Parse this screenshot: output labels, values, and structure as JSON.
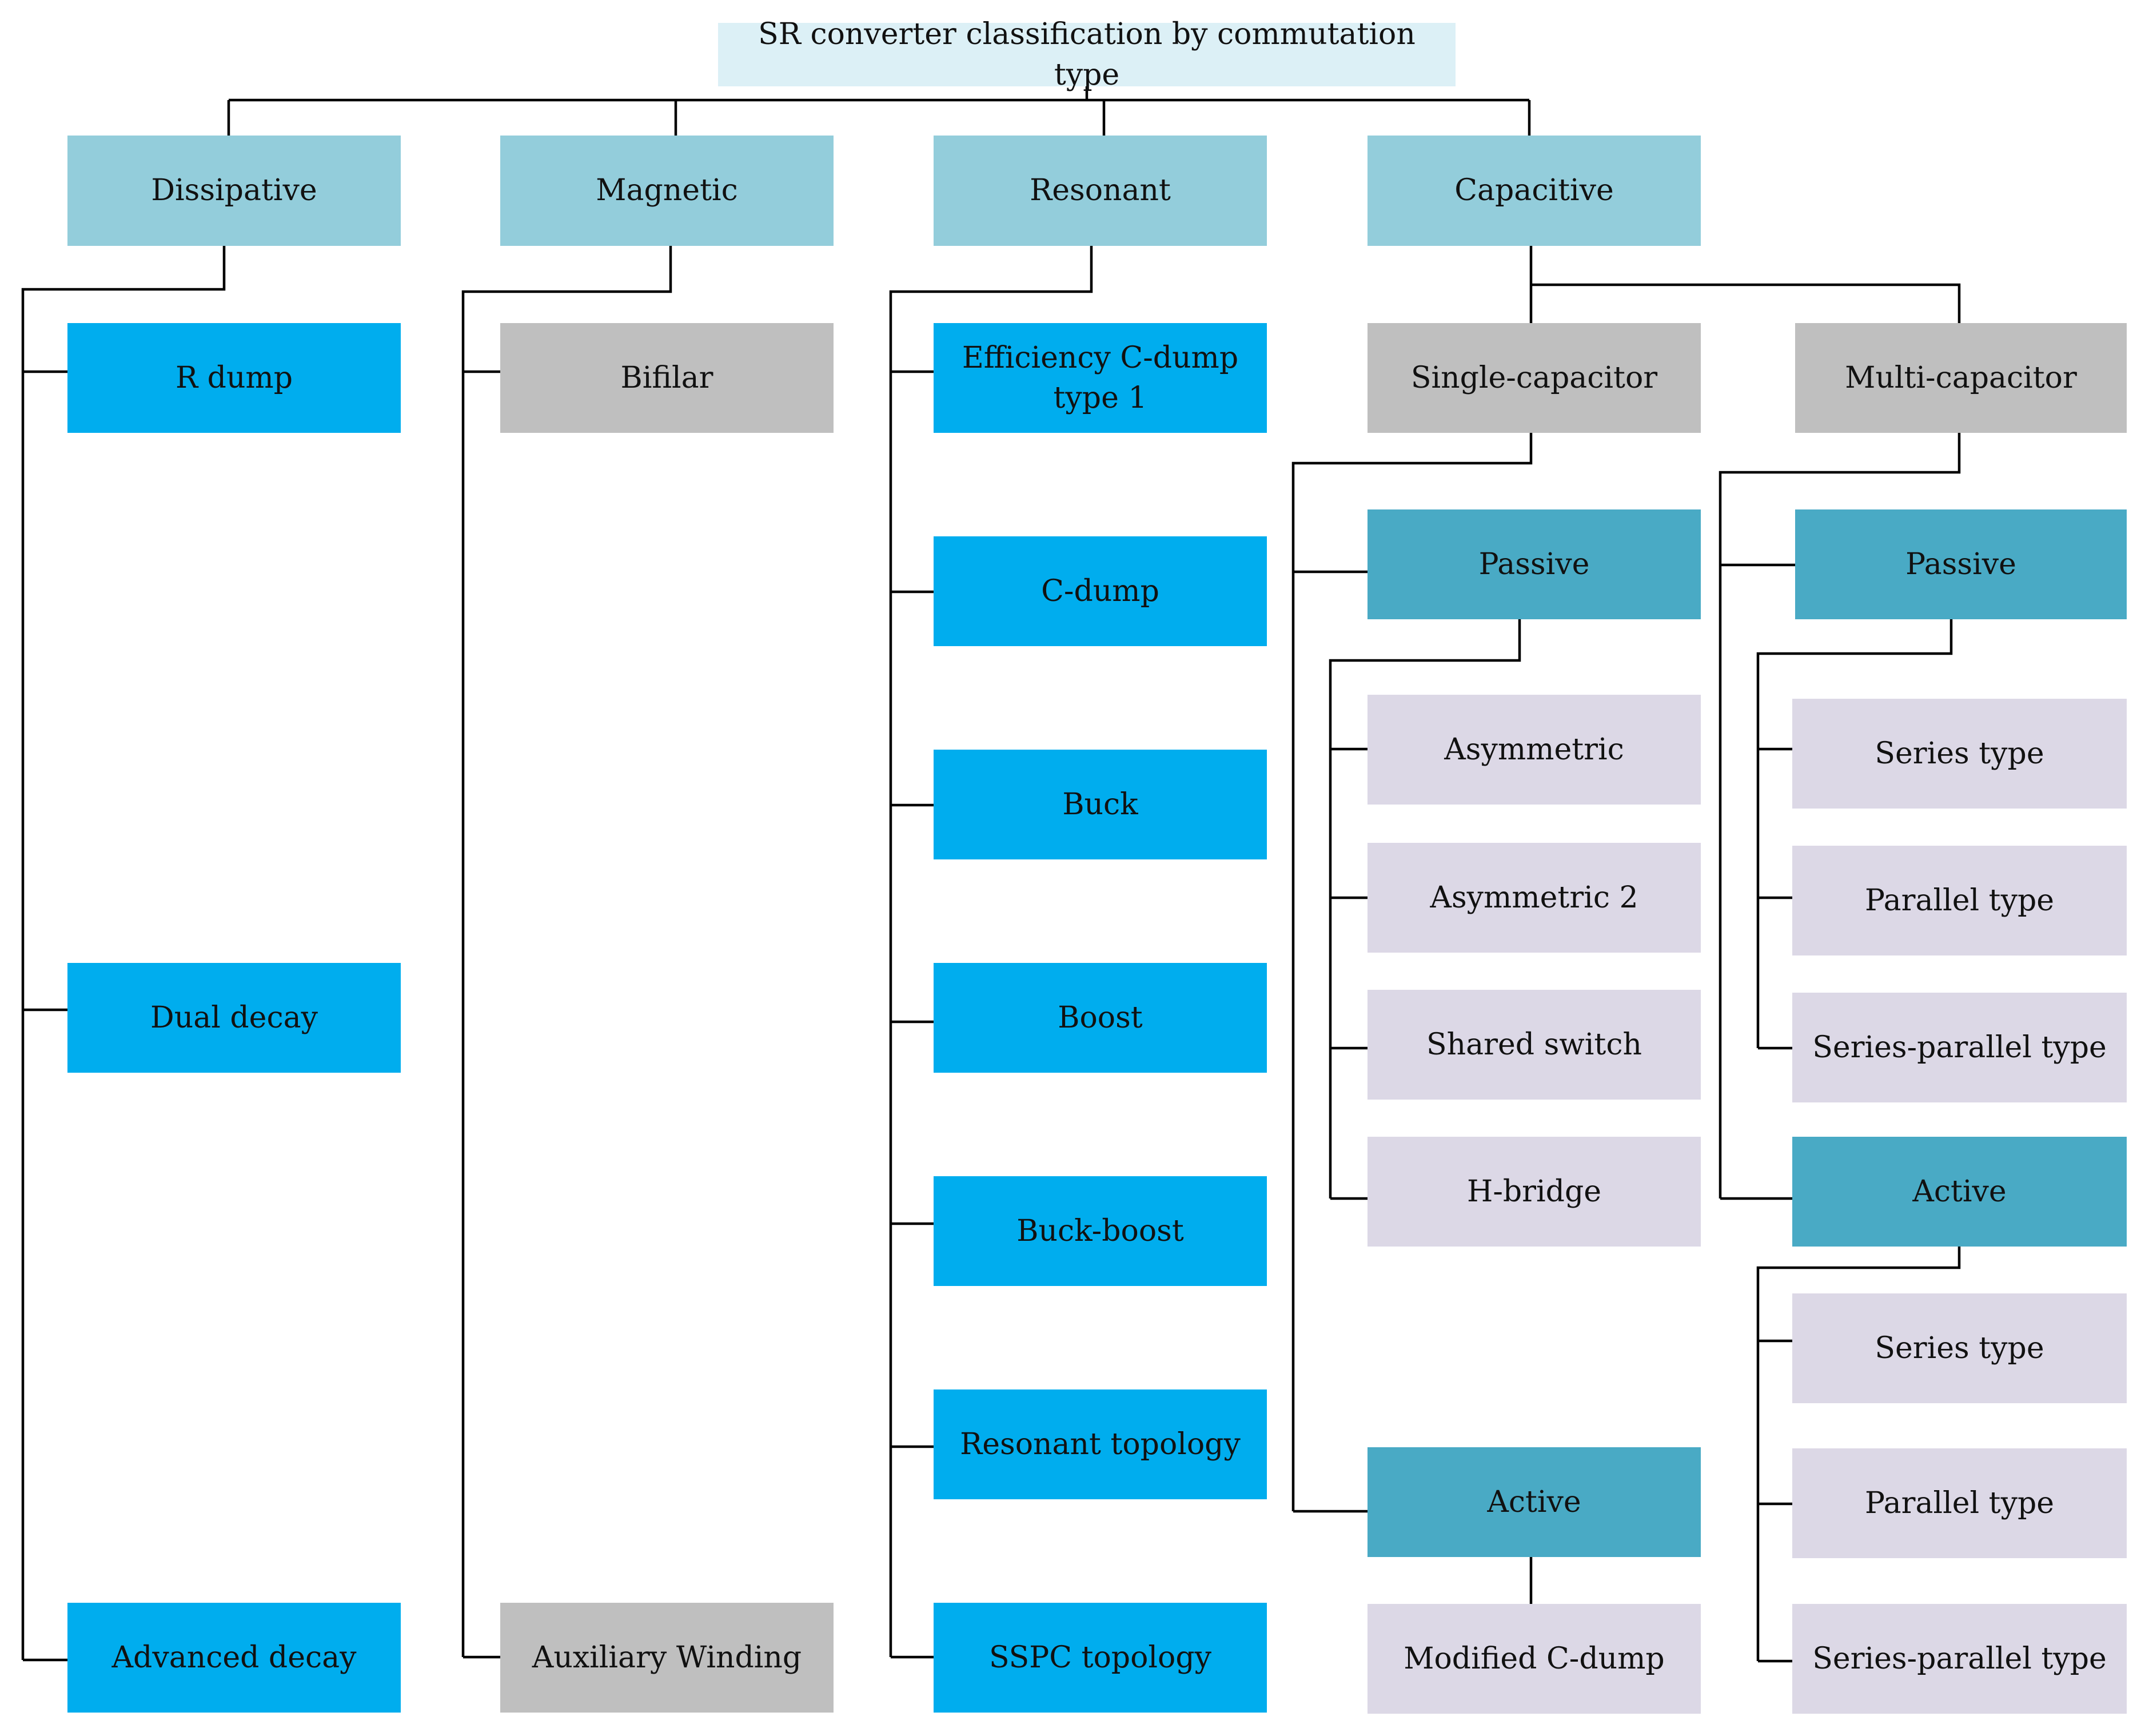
{
  "title": "SR converter classification by commutation type",
  "categories": {
    "dissipative": "Dissipative",
    "magnetic": "Magnetic",
    "resonant": "Resonant",
    "capacitive": "Capacitive"
  },
  "dissipative_items": [
    "R dump",
    "Dual decay",
    "Advanced decay"
  ],
  "magnetic_items": [
    "Bifilar",
    "Auxiliary Winding"
  ],
  "resonant_items": [
    "Efficiency C-dump type 1",
    "C-dump",
    "Buck",
    "Boost",
    "Buck-boost",
    "Resonant topology",
    "SSPC topology"
  ],
  "capacitive": {
    "single": {
      "label": "Single-capacitor",
      "passive": {
        "label": "Passive",
        "items": [
          "Asymmetric",
          "Asymmetric 2",
          "Shared switch",
          "H-bridge"
        ]
      },
      "active": {
        "label": "Active",
        "items": [
          "Modified C-dump"
        ]
      }
    },
    "multi": {
      "label": "Multi-capacitor",
      "passive": {
        "label": "Passive",
        "items": [
          "Series type",
          "Parallel type",
          "Series-parallel type"
        ]
      },
      "active": {
        "label": "Active",
        "items": [
          "Series type",
          "Parallel type",
          "Series-parallel type"
        ]
      }
    }
  },
  "colors": {
    "title_fill": "#dcf0f6",
    "category_fill": "#93cddb",
    "topology_fill": "#00adee",
    "magnetic_fill": "#bfbfbf",
    "subtype_fill": "#49aac5",
    "leaf_fill": "#dcd8e6",
    "connector": "#000000"
  }
}
